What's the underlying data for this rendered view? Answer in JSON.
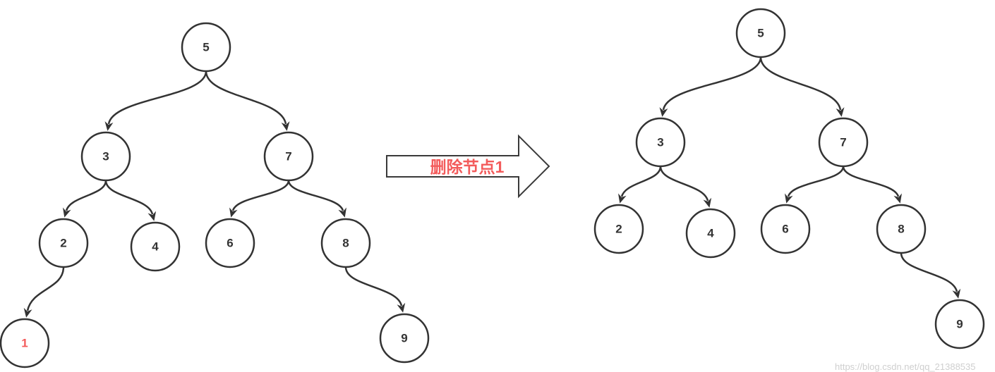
{
  "operation_label": "删除节点1",
  "colors": {
    "node_stroke": "#333333",
    "label_text": "#333333",
    "highlight": "#f35b5b",
    "arrow_fill": "#ffffff",
    "watermark": "#cfcfcf"
  },
  "before_tree": {
    "nodes": [
      {
        "label": "5"
      },
      {
        "label": "3"
      },
      {
        "label": "7"
      },
      {
        "label": "2"
      },
      {
        "label": "4"
      },
      {
        "label": "6"
      },
      {
        "label": "8"
      },
      {
        "label": "1",
        "highlight": true
      },
      {
        "label": "9"
      }
    ],
    "edges": [
      [
        0,
        1
      ],
      [
        0,
        2
      ],
      [
        1,
        3
      ],
      [
        1,
        4
      ],
      [
        2,
        5
      ],
      [
        2,
        6
      ],
      [
        3,
        7
      ],
      [
        6,
        8
      ]
    ]
  },
  "after_tree": {
    "nodes": [
      {
        "label": "5"
      },
      {
        "label": "3"
      },
      {
        "label": "7"
      },
      {
        "label": "2"
      },
      {
        "label": "4"
      },
      {
        "label": "6"
      },
      {
        "label": "8"
      },
      {
        "label": "9"
      }
    ],
    "edges": [
      [
        0,
        1
      ],
      [
        0,
        2
      ],
      [
        1,
        3
      ],
      [
        1,
        4
      ],
      [
        2,
        5
      ],
      [
        2,
        6
      ],
      [
        6,
        7
      ]
    ]
  },
  "watermark": "https://blog.csdn.net/qq_21388535"
}
